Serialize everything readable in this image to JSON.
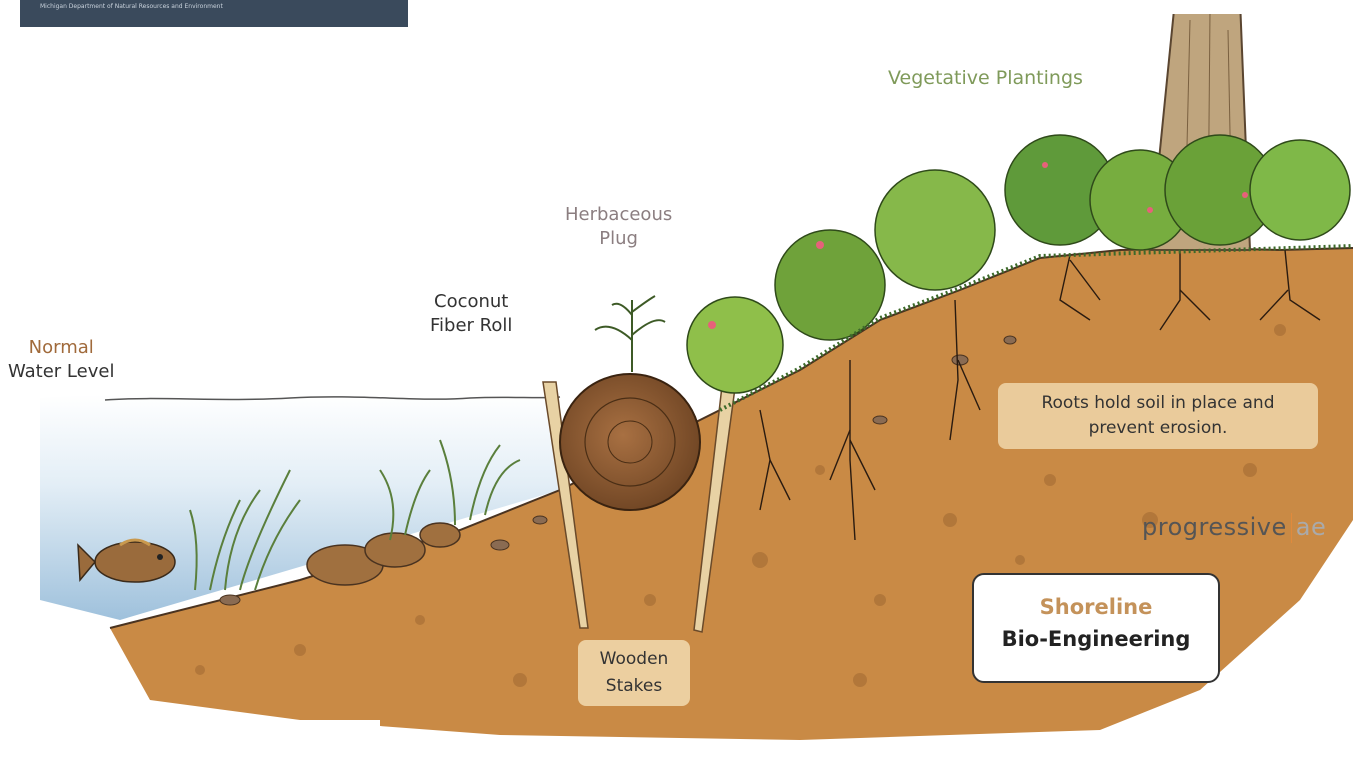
{
  "labels": {
    "water_level": [
      "Normal",
      "Water Level"
    ],
    "coconut": [
      "Coconut",
      "Fiber Roll"
    ],
    "herbaceous": [
      "Herbaceous",
      "Plug"
    ],
    "vegetative": "Vegetative Plantings",
    "roots": [
      "Roots hold soil in place and",
      "prevent erosion."
    ],
    "stakes": [
      "Wooden",
      "Stakes"
    ]
  },
  "branding": {
    "name": "progressive",
    "suffix": "ae"
  },
  "title": {
    "line1": "Shoreline",
    "line2": "Bio-Engineering"
  },
  "banner": {
    "small_text": "Michigan Department of Natural Resources and Environment"
  },
  "colors": {
    "soil": "#c98a45",
    "water": "#cfe2ef",
    "foliage": "#5f9a3a",
    "title_accent": "#c4925a"
  }
}
